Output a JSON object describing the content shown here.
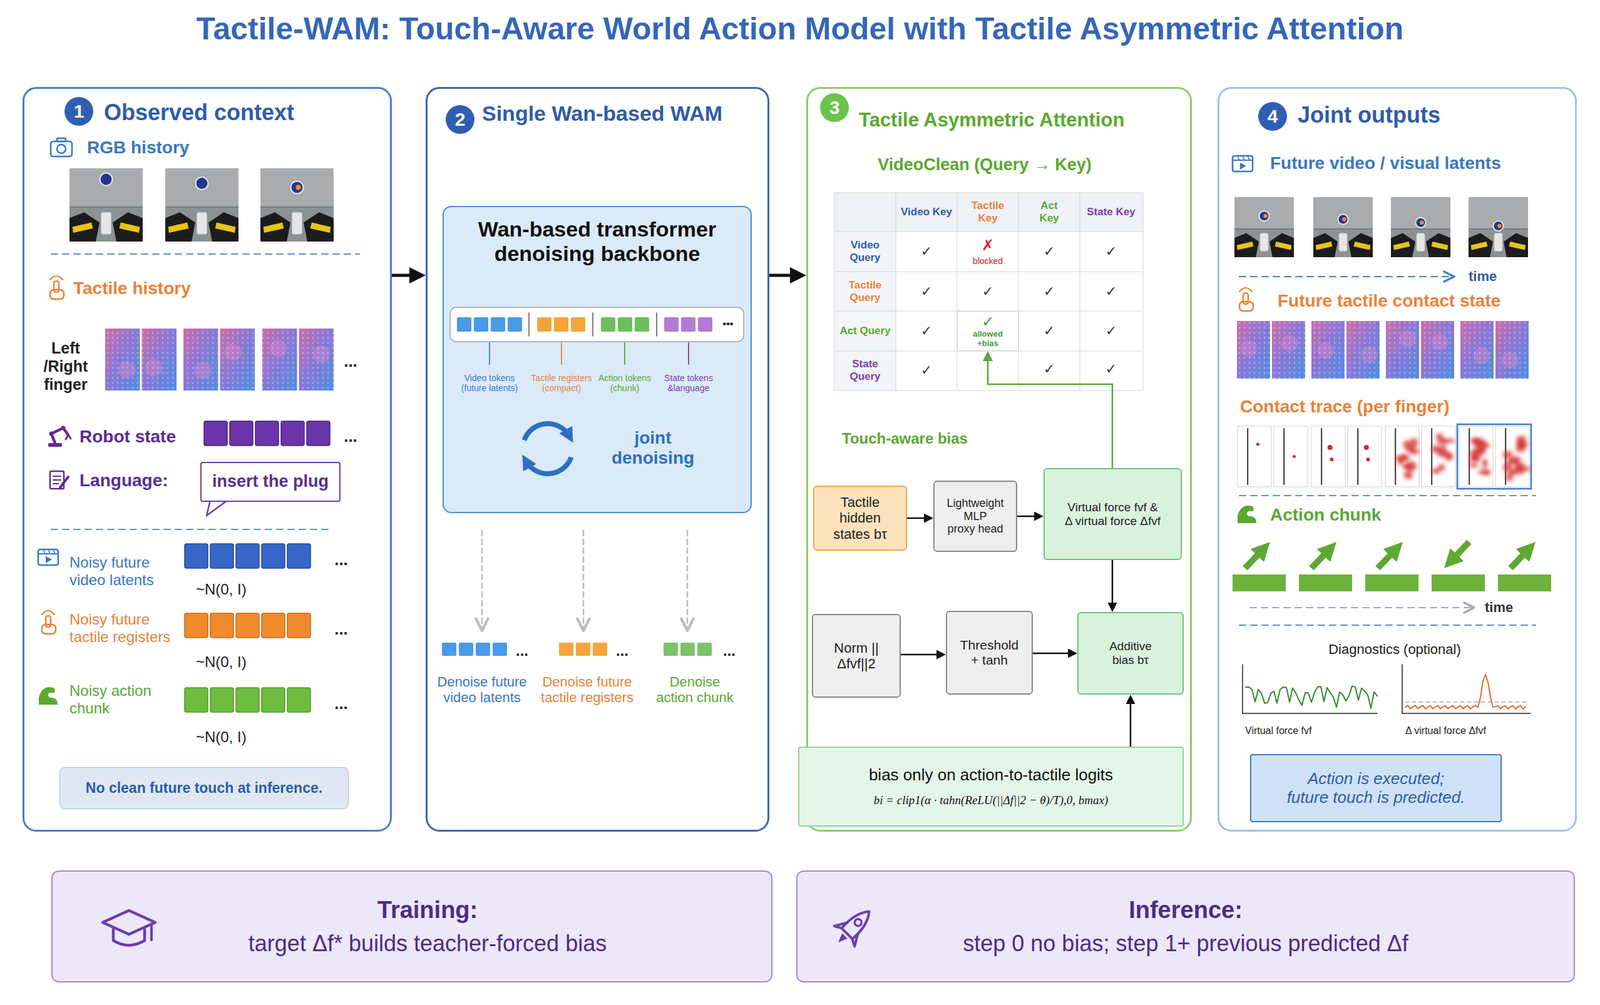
{
  "diagram": {
    "title": "Tactile-WAM: Touch-Aware World Action Model with Tactile Asymmetric Attention",
    "nodes": [
      {
        "text": [
          "Observed context"
        ]
      },
      {
        "text": [
          "insert the plug"
        ],
        "in": 0
      },
      {
        "text": [
          "No clean future touch at inference."
        ],
        "in": 0
      },
      {
        "text": [
          "Single Wan-based WAM"
        ]
      },
      {
        "text": [
          "Wan-based transformer denoising backbone"
        ],
        "in": 3
      },
      {
        "text": [
          "Tactile Asymmetric Attention"
        ]
      },
      {
        "text": [
          "✓",
          "allowed +bias"
        ],
        "in": 5
      },
      {
        "text": [
          "Tactile hidden states bτ"
        ],
        "in": 5
      },
      {
        "text": [
          "Lightweight MLP proxy head"
        ],
        "in": 5
      },
      {
        "text": [
          "Virtual force fvf & Δ virtual force Δfvf"
        ],
        "in": 5
      },
      {
        "text": [
          "Norm ||Δfvf||2"
        ],
        "in": 5
      },
      {
        "text": [
          "Threshold + tanh"
        ],
        "in": 5
      },
      {
        "text": [
          "Additive bias bτ"
        ],
        "in": 5
      },
      {
        "text": [
          "bias only on action-to-tactile logits",
          "bi = clip1(α · tahn(ReLU(||Δf||2 − θ)/T),0, bmax)"
        ],
        "in": 5
      },
      {
        "text": [
          "Joint outputs"
        ]
      },
      {
        "text": [
          "Action is executed; future touch is predicted."
        ],
        "in": 14
      },
      {
        "text": [
          "Training:",
          "target Δf* builds teacher-forced bias"
        ]
      },
      {
        "text": [
          "Inference:",
          "step 0 no bias; step 1+ previous predicted Δf"
        ]
      }
    ],
    "edges": [
      {
        "from": 0,
        "to": 3,
        "arrow": "to"
      },
      {
        "from": 3,
        "to": 5,
        "arrow": "to"
      },
      {
        "from": 7,
        "to": 8,
        "arrow": "to"
      },
      {
        "from": 8,
        "to": 9,
        "arrow": "to"
      },
      {
        "from": 9,
        "to": 12,
        "arrow": "to"
      },
      {
        "from": 10,
        "to": 11,
        "arrow": "to"
      },
      {
        "from": 11,
        "to": 12,
        "arrow": "to"
      },
      {
        "from": 13,
        "to": 12,
        "arrow": "to"
      },
      {
        "from": 9,
        "to": 6,
        "arrow": "to"
      }
    ],
    "labels": [
      "1",
      "RGB history",
      "Tactile history",
      "Left /Right finger",
      "...",
      "Robot state",
      "...",
      "Language:",
      "Noisy future video latents",
      "...",
      "~N(0, I)",
      "Noisy future tactile registers",
      "...",
      "~N(0, I)",
      "Noisy action chunk",
      "...",
      "~N(0, I)",
      "2",
      "Video tokens (future latents)",
      "Tactile registers (compact)",
      "Action tokens (chunk)",
      "State tokens &language",
      "•••",
      "joint denoising",
      "...",
      "...",
      "...",
      "Denoise future video latents",
      "Denoise future tactile registers",
      "Denoise action chunk",
      "3",
      "VideoClean (Query → Key)",
      "Video Key",
      "Tactile Key",
      "Act Key",
      "State Key",
      "Video Query",
      "✓",
      "✗",
      "blocked",
      "✓",
      "✓",
      "Tactile Query",
      "✓",
      "✓",
      "✓",
      "✓",
      "Act Query",
      "✓",
      "✓",
      "✓",
      "State Query",
      "✓",
      "✓",
      "✓",
      "Touch-aware bias",
      "4",
      "Future video / visual latents",
      "time",
      "Future tactile contact state",
      "Contact trace (per finger)",
      "Action chunk",
      "time",
      "Diagnostics (optional)",
      "Virtual force fvf",
      "Δ virtual force Δfvf"
    ]
  }
}
